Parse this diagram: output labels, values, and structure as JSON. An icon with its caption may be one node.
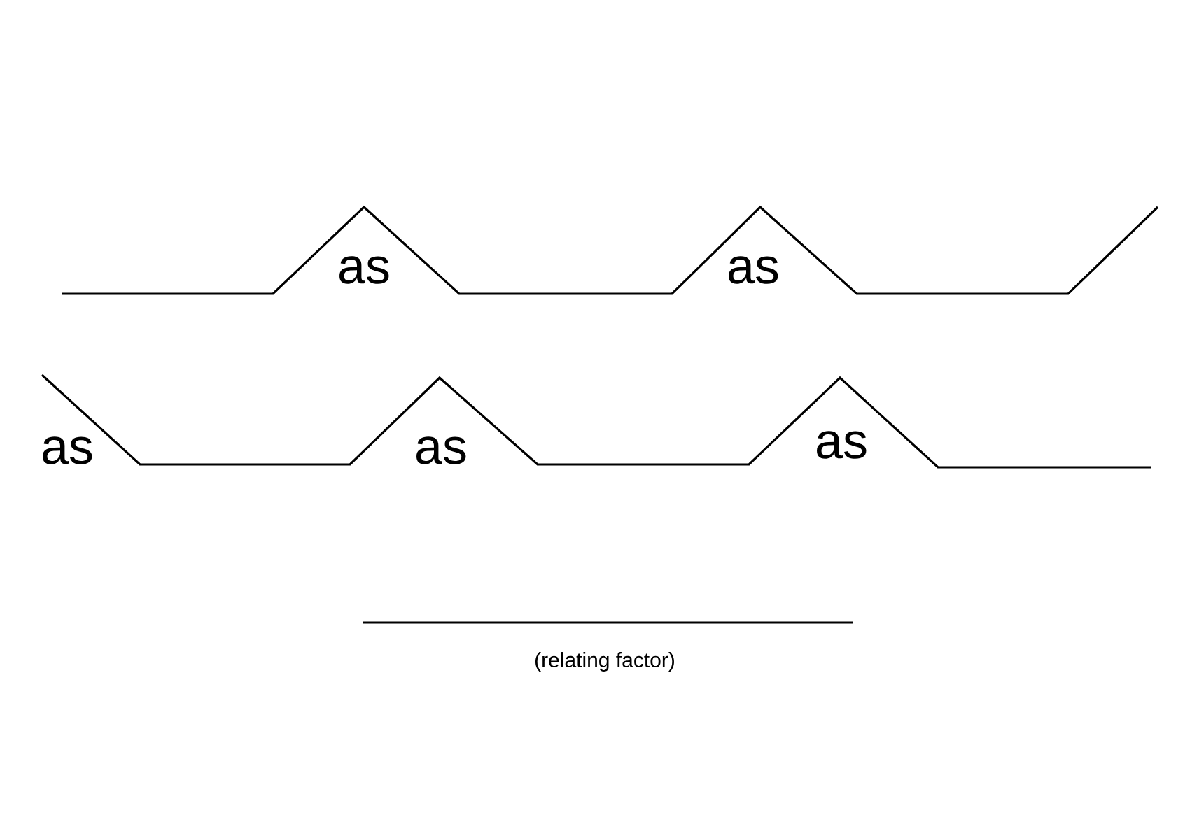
{
  "diagram": {
    "labels": [
      "as",
      "as",
      "as",
      "as",
      "as",
      "(relating factor)"
    ]
  }
}
